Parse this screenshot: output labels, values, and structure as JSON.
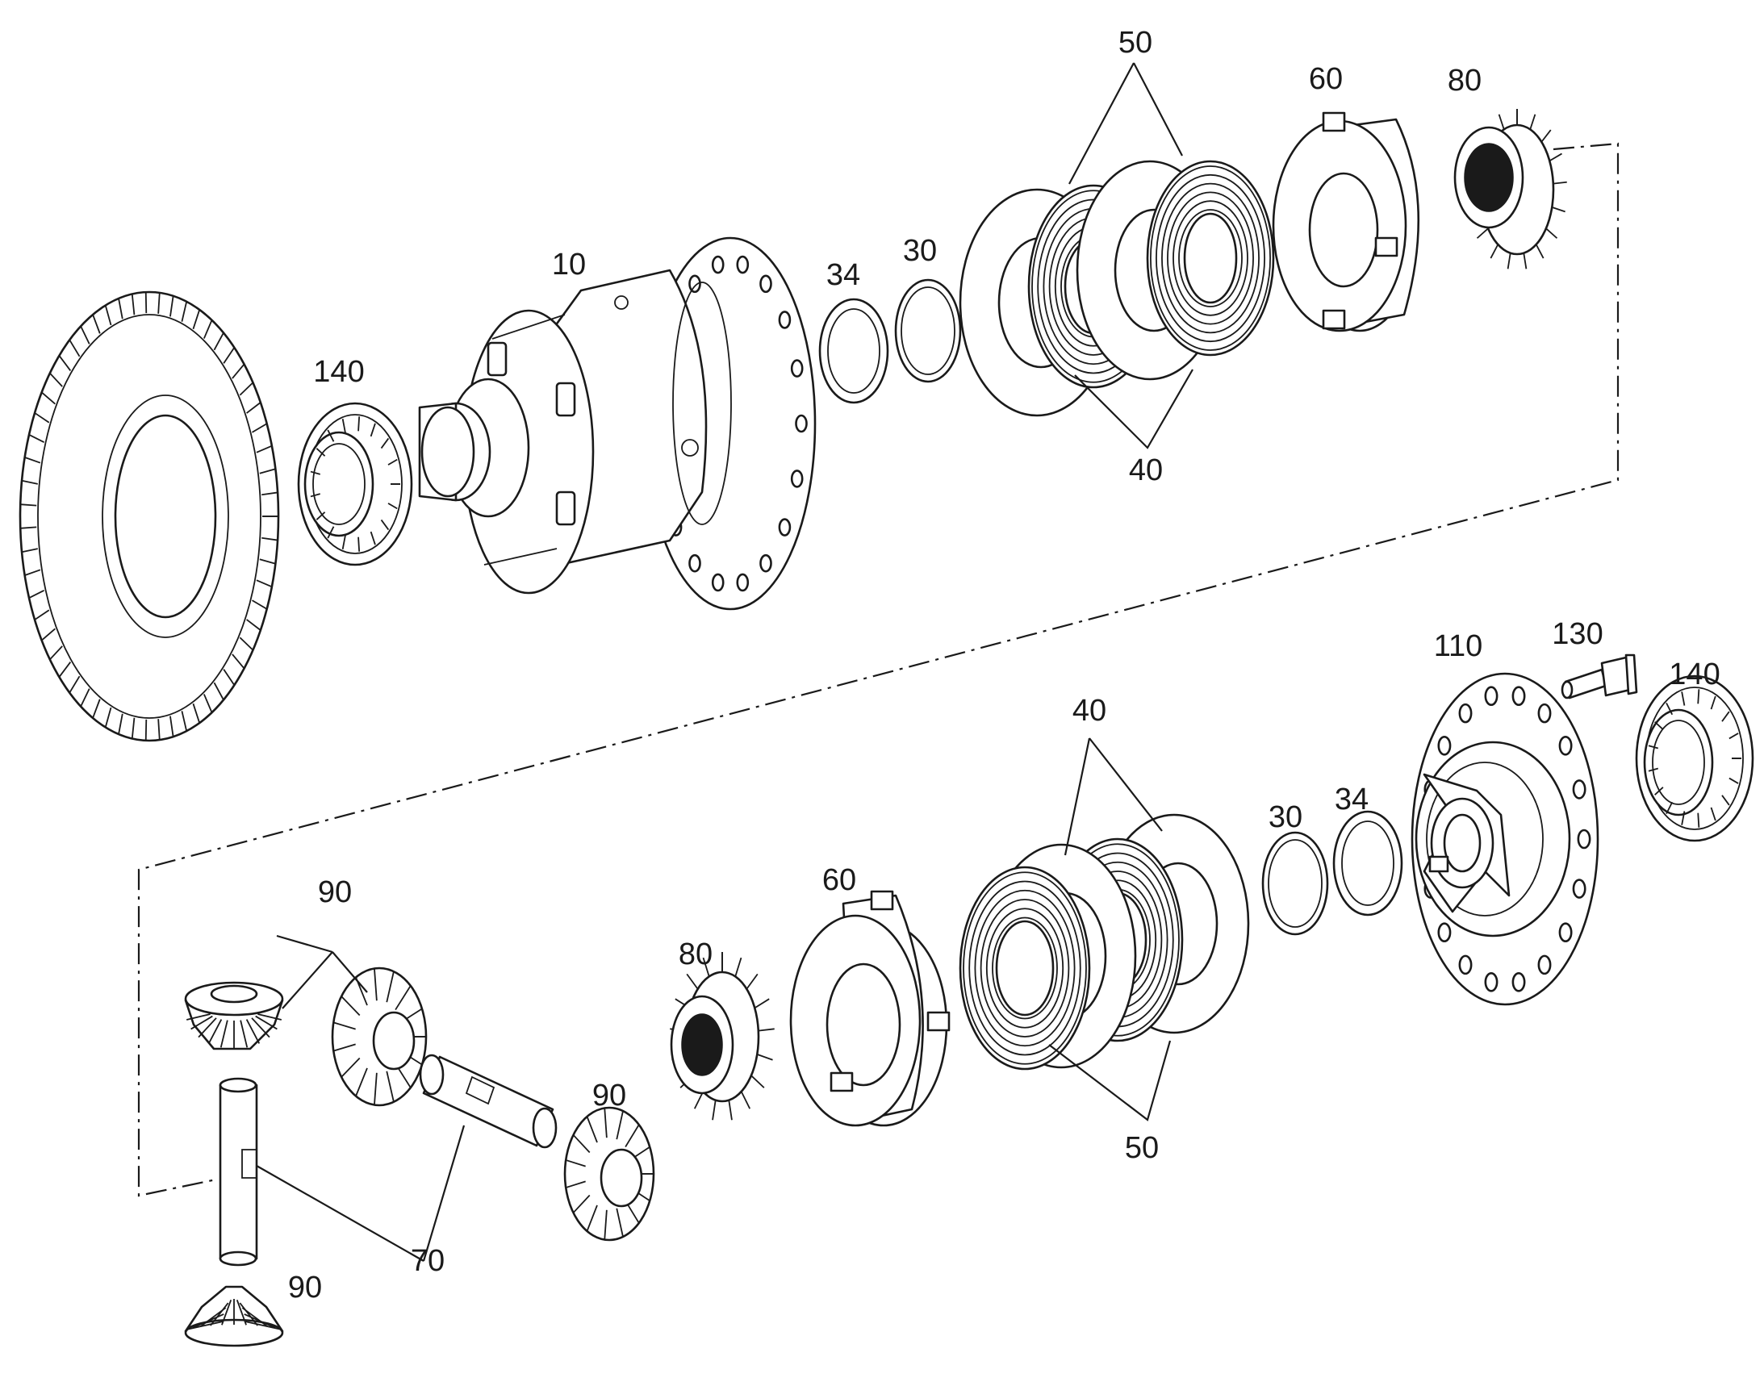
{
  "callouts": {
    "c10": "10",
    "c140a": "140",
    "c34a": "34",
    "c30a": "30",
    "c50a": "50",
    "c40a": "40",
    "c60a": "60",
    "c80a": "80",
    "c110": "110",
    "c130": "130",
    "c140b": "140",
    "c40b": "40",
    "c30b": "30",
    "c34b": "34",
    "c60b": "60",
    "c80b": "80",
    "c50b": "50",
    "c90a": "90",
    "c90b": "90",
    "c90c": "90",
    "c70": "70"
  }
}
